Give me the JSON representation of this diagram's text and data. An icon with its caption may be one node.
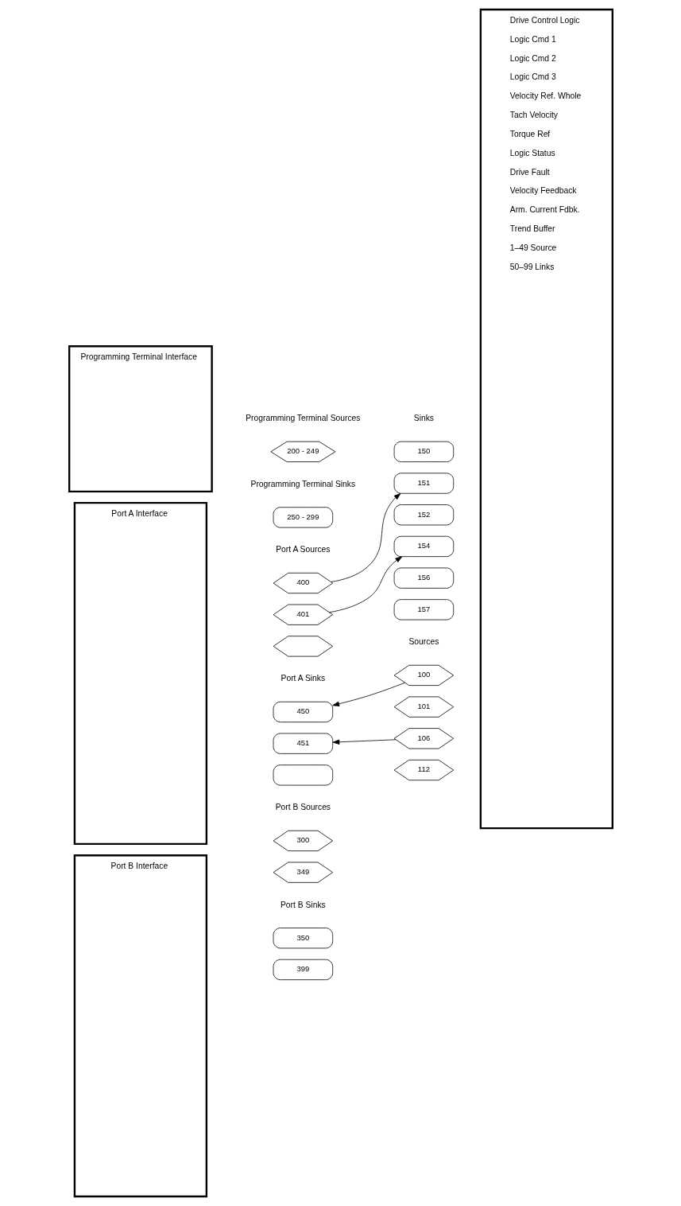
{
  "diagram": {
    "nodes": [
      {
        "text": [
          "Programming Terminal Interface"
        ]
      },
      {
        "text": [
          "200 - 249"
        ]
      },
      {
        "text": [
          "250 - 299"
        ]
      },
      {
        "text": [
          "Port A Interface"
        ]
      },
      {
        "text": [
          "400"
        ]
      },
      {
        "text": [
          "401"
        ]
      },
      {
        "text": [],
        "shape": "hexagon"
      },
      {
        "text": [
          "450"
        ]
      },
      {
        "text": [
          "451"
        ]
      },
      {
        "text": [],
        "shape": "oval"
      },
      {
        "text": [
          "Port B Interface"
        ]
      },
      {
        "text": [
          "300"
        ]
      },
      {
        "text": [
          "349"
        ]
      },
      {
        "text": [
          "350"
        ]
      },
      {
        "text": [
          "399"
        ]
      },
      {
        "text": [
          "150"
        ]
      },
      {
        "text": [
          "151"
        ]
      },
      {
        "text": [
          "152"
        ]
      },
      {
        "text": [
          "154"
        ]
      },
      {
        "text": [
          "156"
        ]
      },
      {
        "text": [
          "157"
        ]
      },
      {
        "text": [
          "100"
        ]
      },
      {
        "text": [
          "101"
        ]
      },
      {
        "text": [
          "106"
        ]
      },
      {
        "text": [
          "112"
        ]
      },
      {
        "text": [
          "Drive Control Logic",
          "Logic Cmd 1",
          "Logic Cmd 2",
          "Logic Cmd 3",
          "Velocity Ref. Whole",
          "Tach Velocity",
          "Torque Ref",
          "Logic Status",
          "Drive Fault",
          "Velocity Feedback",
          "Arm. Current Fdbk.",
          "Trend Buffer",
          "1–49 Source",
          "50–99 Links"
        ]
      }
    ],
    "edges": [
      {
        "from": 4,
        "to": 16,
        "arrow": "to"
      },
      {
        "from": 5,
        "to": 18,
        "arrow": "to"
      },
      {
        "from": 21,
        "to": 7,
        "arrow": "to"
      },
      {
        "from": 23,
        "to": 8,
        "arrow": "to"
      }
    ],
    "labels": [
      "Programming Terminal Sources",
      "Programming Terminal Sinks",
      "Port A Sources",
      "Port A Sinks",
      "Port B Sources",
      "Port B Sinks",
      "Sinks",
      "Sources"
    ]
  }
}
